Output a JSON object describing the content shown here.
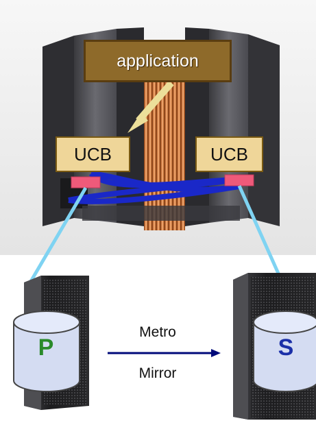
{
  "application_label": "application",
  "ucb_left_label": "UCB",
  "ucb_right_label": "UCB",
  "primary_disk_label": "P",
  "secondary_disk_label": "S",
  "replication_label_line1": "Metro",
  "replication_label_line2": "Mirror",
  "colors": {
    "application_box": "#8e6a2a",
    "ucb_box": "#efd699",
    "connector_pink": "#ef5a7a",
    "channel_blue": "#1a28c8",
    "link_light_blue": "#7fd3f2",
    "arrow_navy": "#000a7a",
    "disk_fill": "#d4dcf2",
    "primary_letter": "#2a8a2a",
    "secondary_letter": "#1a2fa8"
  }
}
